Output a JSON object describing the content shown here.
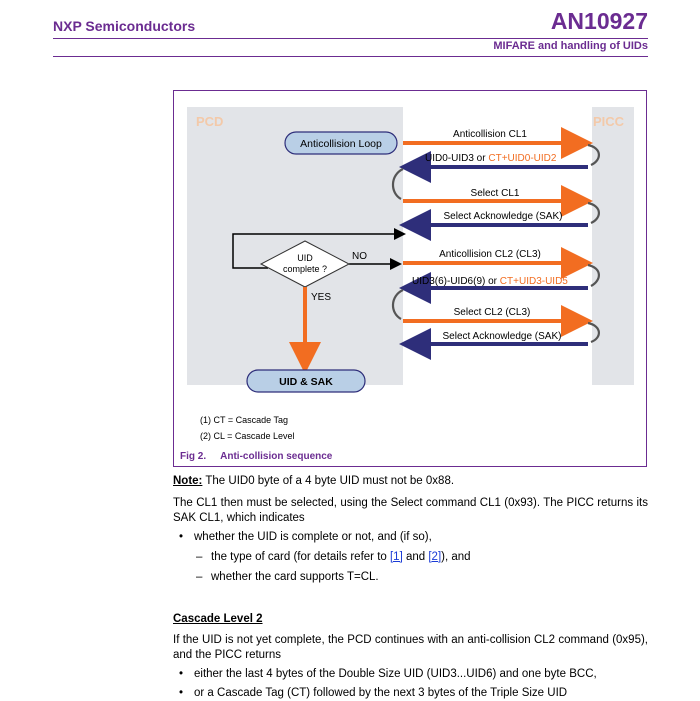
{
  "header": {
    "company": "NXP Semiconductors",
    "doc_id": "AN10927",
    "doc_title": "MIFARE and handling of UIDs"
  },
  "figure": {
    "pcd_label": "PCD",
    "picc_label": "PICC",
    "anticollision_loop": "Anticollision Loop",
    "uid_complete_line1": "UID",
    "uid_complete_line2": "complete ?",
    "no_label": "NO",
    "yes_label": "YES",
    "uid_sak": "UID & SAK",
    "arrows": [
      {
        "text": "Anticollision CL1"
      },
      {
        "text": "UID0-UID3 or ",
        "extra": "CT+UID0-UID2"
      },
      {
        "text": "Select CL1"
      },
      {
        "text": "Select Acknowledge (SAK)"
      },
      {
        "text": "Anticollision CL2 (CL3)"
      },
      {
        "text": "UID3(6)-UID6(9) or ",
        "extra": "CT+UID3-UID5"
      },
      {
        "text": "Select CL2 (CL3)"
      },
      {
        "text": "Select Acknowledge (SAK)"
      }
    ],
    "notes": [
      "(1)  CT = Cascade Tag",
      "(2)  CL = Cascade Level"
    ],
    "caption_num": "Fig 2.",
    "caption_text": "Anti-collision sequence",
    "colors": {
      "orange": "#f26d21",
      "navy": "#2e2e7a",
      "gray_fill": "#e2e4e8",
      "purple": "#6b2c91",
      "button": "#b9cfe6"
    }
  },
  "body": {
    "note_label": "Note:",
    "note_text": " The UID0 byte of a 4 byte UID must not be 0x88.",
    "para1": "The CL1 then must be selected, using the Select command CL1 (0x93). The PICC returns its SAK CL1, which indicates",
    "bullet1": "whether the UID is complete or not, and (if so),",
    "sub1_a": "the type of card (for details refer to ",
    "ref1": "[1]",
    "sub1_and": " and ",
    "ref2": "[2]",
    "sub1_b": "), and",
    "sub2": "whether the card supports T=CL.",
    "heading": "Cascade Level 2",
    "para2": "If the UID is not yet complete, the PCD continues with an anti-collision CL2 command (0x95), and the PICC returns",
    "bullet2": "either the last 4 bytes of the Double Size UID (UID3...UID6) and one byte BCC,",
    "bullet3": "or a Cascade Tag (CT) followed by the next 3 bytes of the Triple Size UID"
  }
}
